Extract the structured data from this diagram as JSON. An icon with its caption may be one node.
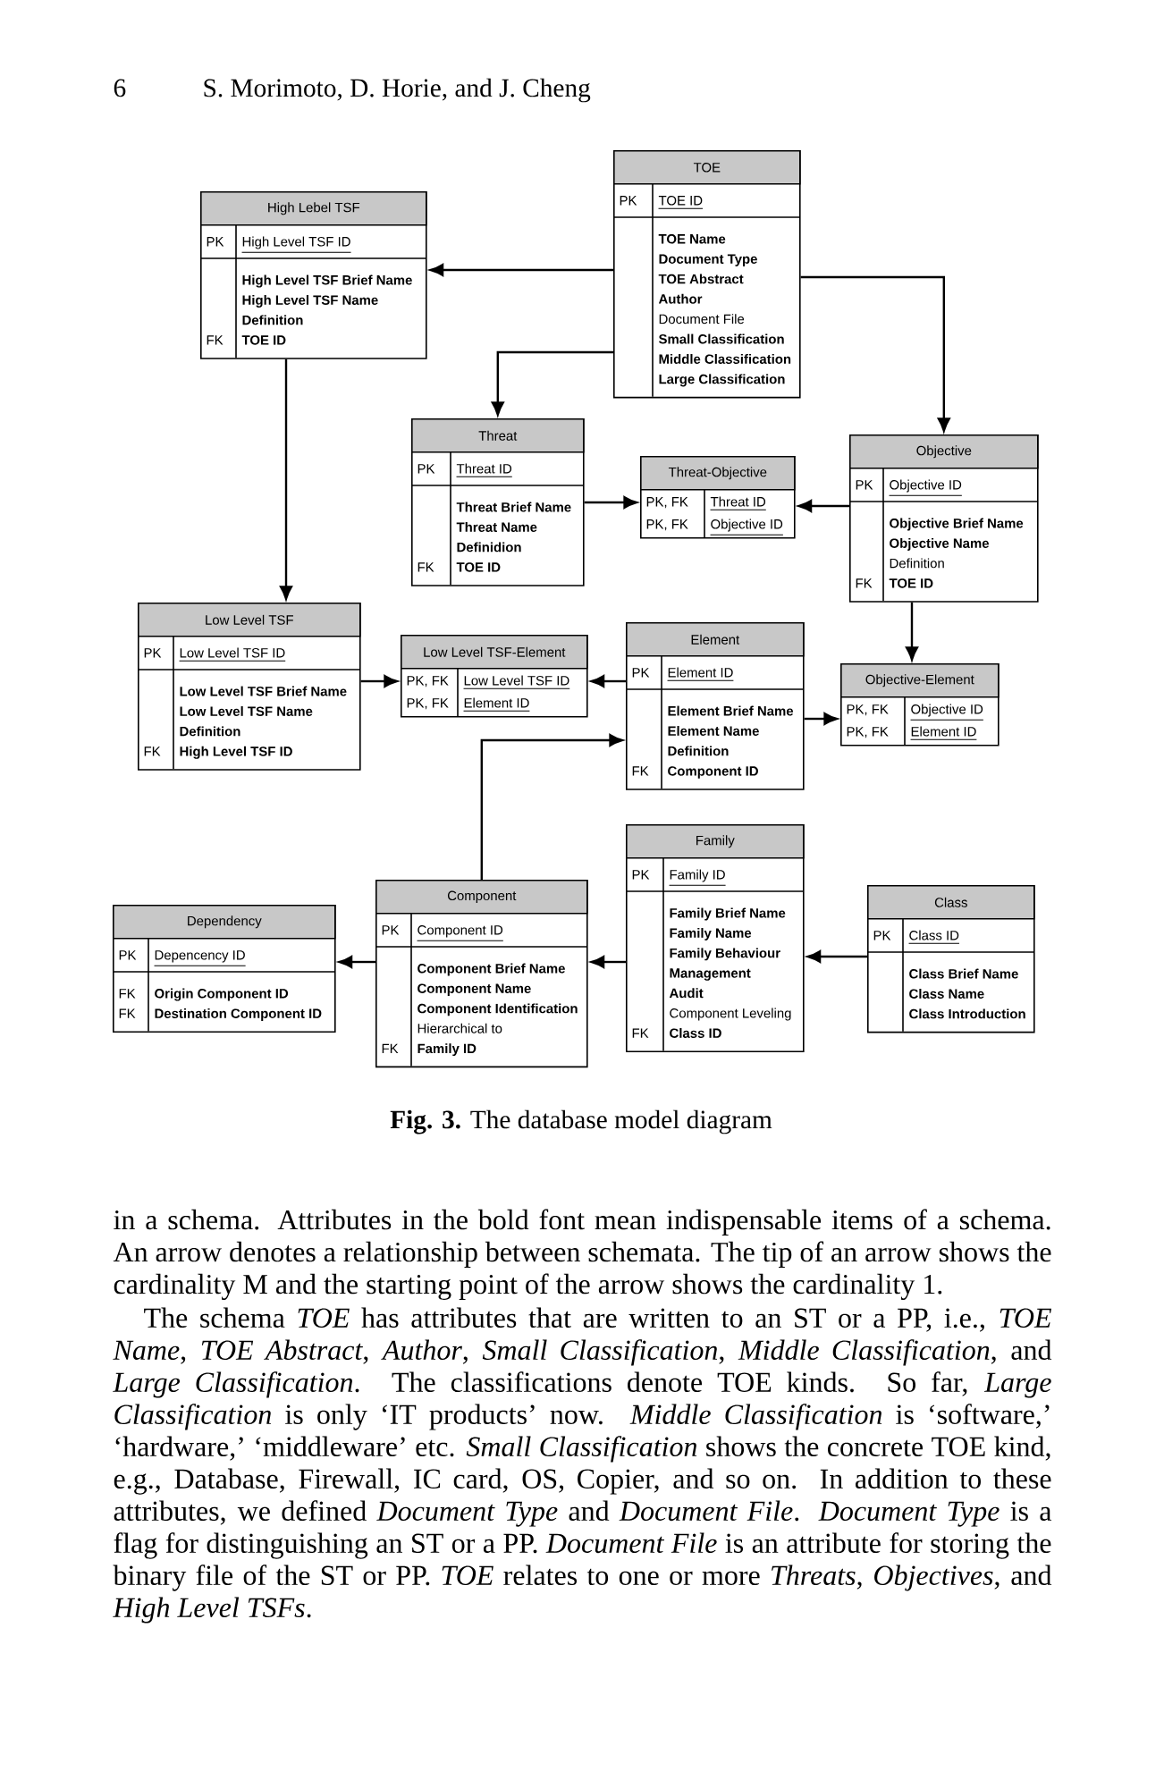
{
  "diagram": {
    "caption": "**Fig. 3.** The database model diagram",
    "nodes": [
      {
        "text": [
          "High Lebel TSF",
          "PK",
          "High Level TSF ID",
          "High Level TSF Brief Name",
          "High Level TSF Name",
          "Definition",
          "FK",
          "TOE ID"
        ]
      },
      {
        "text": [
          "TOE",
          "PK",
          "TOE ID",
          "TOE Name",
          "Document Type",
          "TOE Abstract",
          "Author",
          "Document File",
          "Small Classification",
          "Middle Classification",
          "Large Classification"
        ]
      },
      {
        "text": [
          "Threat",
          "PK",
          "Threat ID",
          "Threat Brief Name",
          "Threat Name",
          "Definidion",
          "FK",
          "TOE ID"
        ]
      },
      {
        "text": [
          "Threat-Objective",
          "PK, FK",
          "Threat ID",
          "PK, FK",
          "Objective ID"
        ]
      },
      {
        "text": [
          "Objective",
          "PK",
          "Objective ID",
          "Objective Brief Name",
          "Objective Name",
          "Definition",
          "FK",
          "TOE ID"
        ]
      },
      {
        "text": [
          "Low Level TSF",
          "PK",
          "Low Level TSF ID",
          "Low Level TSF Brief Name",
          "Low Level TSF Name",
          "Definition",
          "FK",
          "High Level TSF ID"
        ]
      },
      {
        "text": [
          "Low Level TSF-Element",
          "PK, FK",
          "Low Level TSF ID",
          "PK, FK",
          "Element ID"
        ]
      },
      {
        "text": [
          "Element",
          "PK",
          "Element ID",
          "Element Brief Name",
          "Element Name",
          "Definition",
          "FK",
          "Component ID"
        ]
      },
      {
        "text": [
          "Objective-Element",
          "PK, FK",
          "Objective ID",
          "PK, FK",
          "Element ID"
        ]
      },
      {
        "text": [
          "Dependency",
          "PK",
          "Depencency ID",
          "FK",
          "Origin Component ID",
          "FK",
          "Destination Component ID"
        ]
      },
      {
        "text": [
          "Component",
          "PK",
          "Component ID",
          "Component Brief Name",
          "Component Name",
          "Component Identification",
          "Hierarchical to",
          "FK",
          "Family ID"
        ]
      },
      {
        "text": [
          "Family",
          "PK",
          "Family ID",
          "Family Brief Name",
          "Family Name",
          "Family Behaviour",
          "Management",
          "Audit",
          "Component Leveling",
          "FK",
          "Class ID"
        ]
      },
      {
        "text": [
          "Class",
          "PK",
          "Class ID",
          "Class Brief Name",
          "Class Name",
          "Class Introduction"
        ]
      }
    ],
    "edges": [
      {
        "from": 1,
        "to": 0,
        "arrow": "to"
      },
      {
        "from": 1,
        "to": 2,
        "arrow": "to"
      },
      {
        "from": 1,
        "to": 4,
        "arrow": "to"
      },
      {
        "from": 0,
        "to": 5,
        "arrow": "to"
      },
      {
        "from": 2,
        "to": 3,
        "arrow": "to"
      },
      {
        "from": 4,
        "to": 3,
        "arrow": "to"
      },
      {
        "from": 4,
        "to": 8,
        "arrow": "to"
      },
      {
        "from": 5,
        "to": 6,
        "arrow": "to"
      },
      {
        "from": 7,
        "to": 6,
        "arrow": "to"
      },
      {
        "from": 7,
        "to": 8,
        "arrow": "to"
      },
      {
        "from": 10,
        "to": 7,
        "arrow": "to"
      },
      {
        "from": 10,
        "to": 9,
        "arrow": "to"
      },
      {
        "from": 11,
        "to": 10,
        "arrow": "to"
      },
      {
        "from": 12,
        "to": 11,
        "arrow": "to"
      }
    ],
    "labels": [
      "6",
      "S. Morimoto, D. Horie, and J. Cheng",
      "in a schema. Attributes in the bold font mean indispensable items of a schema. An arrow denotes a relationship between schemata. The tip of an arrow shows the cardinality M and the starting point of the arrow shows the cardinality 1.",
      "The schema *TOE* has attributes that are written to an ST or a PP, i.e., *TOE Name*, *TOE Abstract*, *Author*, *Small Classification*, *Middle Classification*, and *Large Classification*. The classifications denote TOE kinds. So far, *Large Classification* is only ‘IT products’ now. *Middle Classification* is ‘software,’ ‘hardware,’ ‘middleware’ etc. *Small Classification* shows the concrete TOE kind, e.g., Database, Firewall, IC card, OS, Copier, and so on. In addition to these attributes, we defined *Document Type* and *Document File*. *Document Type* is a flag for distinguishing an ST or a PP. *Document File* is an attribute for storing the binary file of the ST or PP. *TOE* relates to one or more *Threats*, *Objectives*, and *High Level TSFs*."
    ]
  }
}
